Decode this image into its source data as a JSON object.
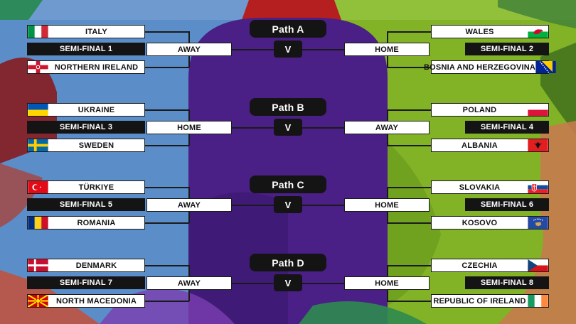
{
  "paths": [
    {
      "label": "Path A",
      "vs": "V",
      "left": {
        "team1": "ITALY",
        "flag1": "italy-flag",
        "semi": "SEMI-FINAL 1",
        "team2": "NORTHERN IRELAND",
        "flag2": "northern-ireland-flag",
        "venue": "AWAY"
      },
      "right": {
        "team1": "WALES",
        "flag1": "wales-flag",
        "semi": "SEMI-FINAL 2",
        "team2": "BOSNIA AND HERZEGOVINA",
        "flag2": "bosnia-flag",
        "venue": "HOME"
      }
    },
    {
      "label": "Path B",
      "vs": "V",
      "left": {
        "team1": "UKRAINE",
        "flag1": "ukraine-flag",
        "semi": "SEMI-FINAL 3",
        "team2": "SWEDEN",
        "flag2": "sweden-flag",
        "venue": "HOME"
      },
      "right": {
        "team1": "POLAND",
        "flag1": "poland-flag",
        "semi": "SEMI-FINAL 4",
        "team2": "ALBANIA",
        "flag2": "albania-flag",
        "venue": "AWAY"
      }
    },
    {
      "label": "Path C",
      "vs": "V",
      "left": {
        "team1": "TÜRKIYE",
        "flag1": "turkiye-flag",
        "semi": "SEMI-FINAL 5",
        "team2": "ROMANIA",
        "flag2": "romania-flag",
        "venue": "AWAY"
      },
      "right": {
        "team1": "SLOVAKIA",
        "flag1": "slovakia-flag",
        "semi": "SEMI-FINAL 6",
        "team2": "KOSOVO",
        "flag2": "kosovo-flag",
        "venue": "HOME"
      }
    },
    {
      "label": "Path D",
      "vs": "V",
      "left": {
        "team1": "DENMARK",
        "flag1": "denmark-flag",
        "semi": "SEMI-FINAL 7",
        "team2": "NORTH MACEDONIA",
        "flag2": "north-macedonia-flag",
        "venue": "AWAY"
      },
      "right": {
        "team1": "CZECHIA",
        "flag1": "czechia-flag",
        "semi": "SEMI-FINAL 8",
        "team2": "REPUBLIC OF IRELAND",
        "flag2": "ireland-flag",
        "venue": "HOME"
      }
    }
  ],
  "colors": {
    "blue_panel": "#5b8ec9",
    "green_panel": "#82b226",
    "purple_center": "#4a1f86",
    "dark_red": "#8a1414",
    "box_dark": "#141414"
  }
}
